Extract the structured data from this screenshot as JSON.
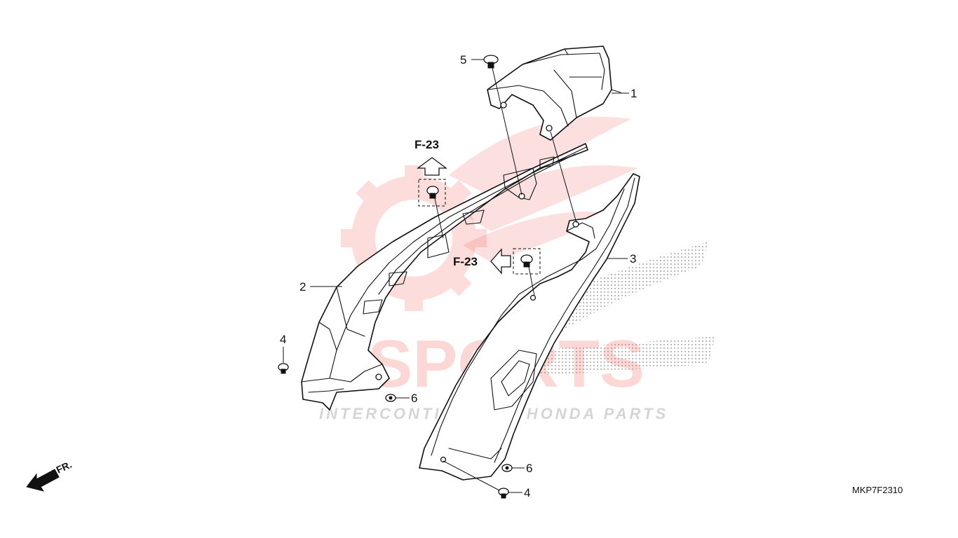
{
  "diagram": {
    "drawing_code": "MKP7F2310",
    "front_indicator": "FR.",
    "reference_labels": [
      "F-23",
      "F-23"
    ],
    "callouts": [
      {
        "number": "1"
      },
      {
        "number": "2"
      },
      {
        "number": "3"
      },
      {
        "number": "4"
      },
      {
        "number": "4"
      },
      {
        "number": "5"
      },
      {
        "number": "6"
      },
      {
        "number": "6"
      }
    ]
  },
  "watermark": {
    "brand_text": "CSPORTS",
    "sub_text": "INTERCONTINENTAL HONDA PARTS",
    "colors": {
      "red": "#e8302a",
      "gray": "#9a9a9a"
    }
  }
}
